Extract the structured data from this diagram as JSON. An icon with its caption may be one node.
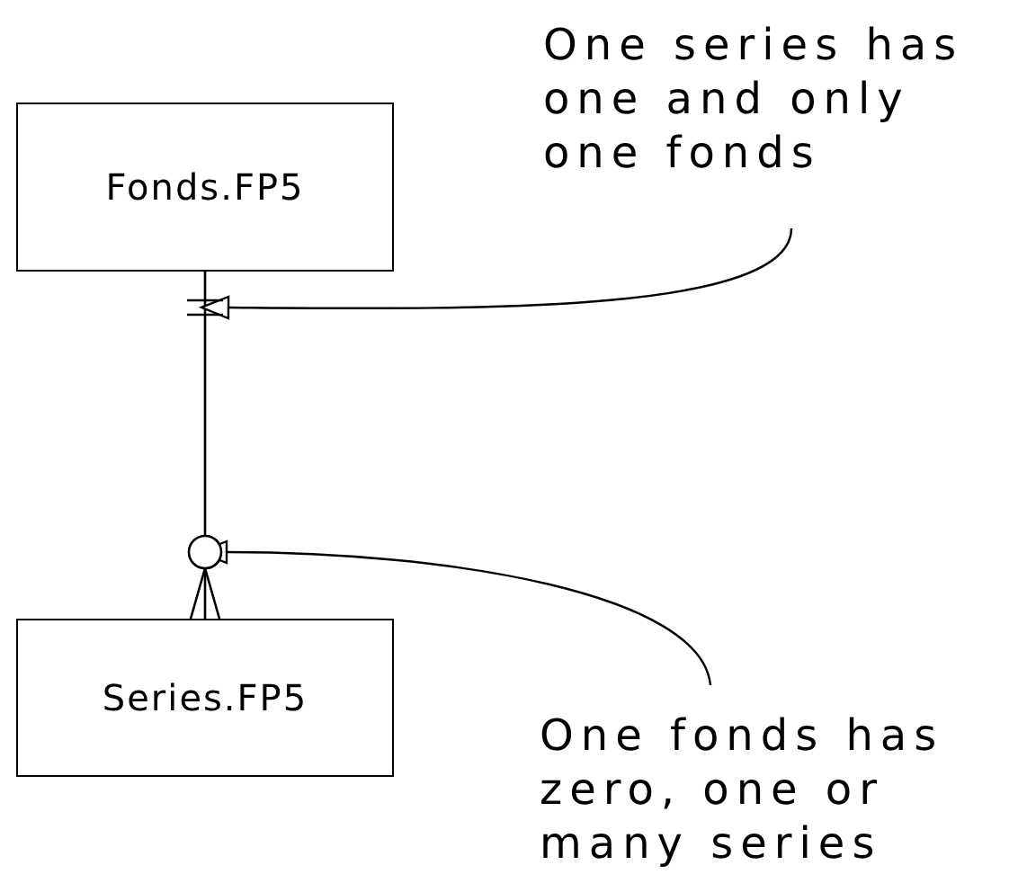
{
  "diagram": {
    "nodes": [
      {
        "text": [
          "Fonds.FP5"
        ]
      },
      {
        "text": [
          "Series.FP5"
        ]
      },
      {
        "text": [
          "One series has one and only one fonds"
        ]
      },
      {
        "text": [
          "One fonds has zero, one or many series"
        ]
      },
      {
        "text": [],
        "shape": "bar"
      },
      {
        "text": [],
        "shape": "circle"
      }
    ],
    "edges": [
      {
        "from": 0,
        "to": 1,
        "arrow": "other"
      },
      {
        "from": 2,
        "to": 4,
        "arrow": "to"
      },
      {
        "from": 3,
        "to": 5,
        "arrow": "to"
      }
    ]
  }
}
